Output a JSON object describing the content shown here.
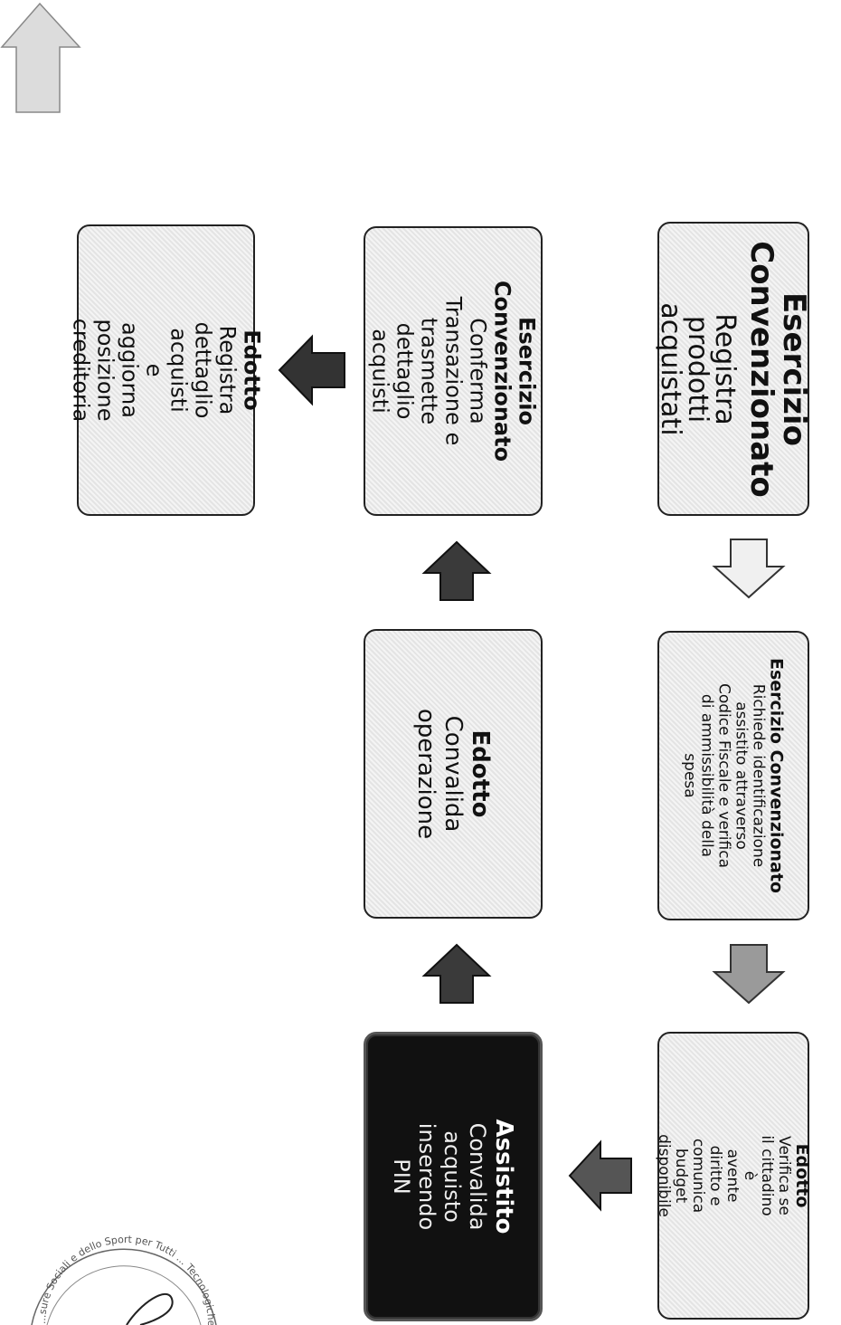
{
  "steps": [
    {
      "title": "Esercizio\nConvenzionato",
      "body": "Registra\nprodotti\nacquistati"
    },
    {
      "title": "Esercizio Convenzionato",
      "body": "Richiede identificazione\nassistito attraverso\nCodice Fiscale e verifica\ndi ammissibilità della\nspesa"
    },
    {
      "title": "Edotto",
      "body": "Verifica se il cittadino è\navente diritto e comunica\nbudget disponibile"
    },
    {
      "title": "Assistito",
      "body": "Convalida acquisto\ninserendo PIN"
    },
    {
      "title": "Edotto",
      "body": "Convalida\noperazione"
    },
    {
      "title": "Esercizio\nConvenzionato",
      "body": "Conferma\nTransazione e\ntrasmette\ndettaglio acquisti"
    },
    {
      "title": "Edotto",
      "body": "Registra dettaglio\nacquisti e\naggiorna\nposizione\ncreditoria"
    }
  ],
  "stamp_text": "...sure Sociali e dello Sport per Tutti ... Tecnologiche",
  "colors": {
    "box_fill": "#ececec",
    "dark_fill": "#111111",
    "arrow_light": "#f0f0f0",
    "arrow_dark": "#2e2e2e"
  }
}
